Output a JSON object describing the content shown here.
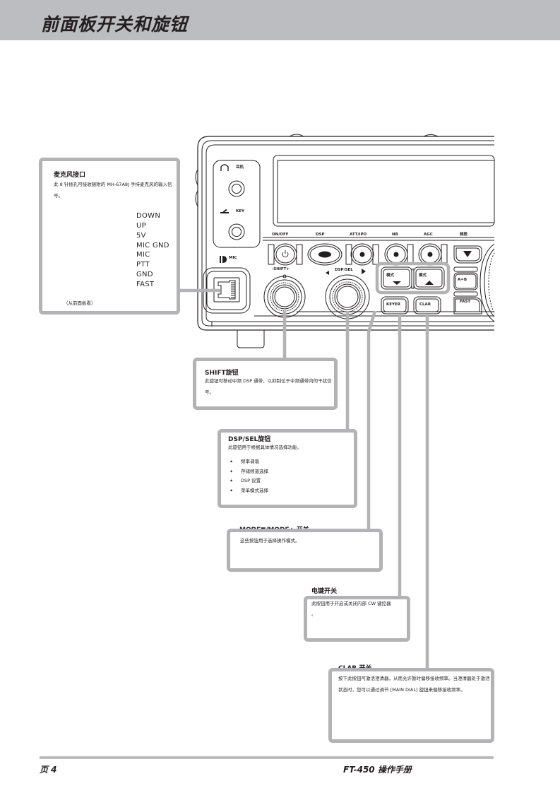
{
  "header": {
    "title": "前面板开关和旋钮"
  },
  "front_panel": {
    "headphone_label": "耳机",
    "key_label": "KEY",
    "mic_label": "MIC",
    "buttons_top_row": [
      "ON/OFF",
      "DSP",
      "ATT/IPO",
      "NB",
      "AGC",
      "频段"
    ],
    "shift_knob_label": "-SHIFT+",
    "dsp_sel_knob_label": "DSP/SEL",
    "mode_down_label": "模式",
    "mode_up_label": "模式",
    "keyer_label": "KEYER",
    "clar_label": "CLAR",
    "a_eq_b_label": "A=B",
    "fast_label": "FAST",
    "icons": {
      "headphone": "headphone-icon",
      "key": "key-icon",
      "mic": "mic-icon",
      "power": "power-icon",
      "arrow_left": "triangle-left-icon",
      "arrow_right": "triangle-right-icon",
      "arrow_down": "triangle-down-icon",
      "arrow_up": "triangle-up-icon"
    }
  },
  "mic_jack": {
    "title": "麦克风接口",
    "description": "此 8 针插孔可接收随附的 MH-67A8J 手持麦克风的输入信号。",
    "pins": [
      "DOWN",
      "UP",
      "5V",
      "MIC GND",
      "MIC",
      "PTT",
      "GND",
      "FAST"
    ],
    "caption": "（从前面板看）"
  },
  "shift_knob": {
    "title": "SHIFT旋钮",
    "description": "此旋钮可移动中频 DSP 通带，以抑制位于中频通带内的干扰信号。"
  },
  "dsp_sel_knob": {
    "title": "DSP/SEL旋钮",
    "description": "此旋钮用于根据具体情况选择功能。",
    "items": [
      "频率调谐",
      "存储频道选择",
      "DSP 设置",
      "菜单模式选择"
    ]
  },
  "mode_switch": {
    "title": "MODE▼/MODE▲ 开关",
    "description": "这些按钮用于选择操作模式。"
  },
  "keyer_switch": {
    "title": "电键开关",
    "description": "此按钮用于开启或关闭内部 CW 键控器",
    "description_cont": "。"
  },
  "clar_switch": {
    "title": "CLAR 开关",
    "description": "按下此按钮可激活澄清器，从而允许暂时偏移接收频率。当澄清器处于激活状态时，您可以通过调节 [MAIN DIAL] 旋钮来偏移接收频率。"
  },
  "footer": {
    "page": "页 4",
    "manual": "FT-450 操作手册"
  }
}
